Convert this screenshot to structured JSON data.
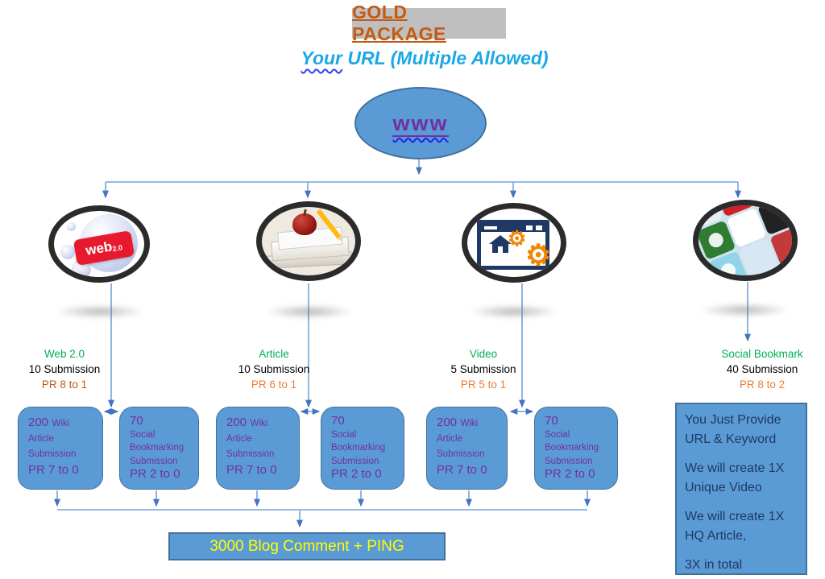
{
  "title": "GOLD PACKAGE",
  "subtitle": {
    "word1": "Your",
    "rest": " URL (Multiple Allowed)"
  },
  "root": {
    "label": "www"
  },
  "branches": [
    {
      "name": "Web 2.0",
      "submissions": "10 Submission",
      "pr": "PR 8 to 1"
    },
    {
      "name": "Article",
      "submissions": "10 Submission",
      "pr": "PR 6 to 1"
    },
    {
      "name": "Video",
      "submissions": "5 Submission",
      "pr": "PR 5 to 1"
    },
    {
      "name": "Social Bookmark",
      "submissions": "40 Submission",
      "pr": "PR 8 to 2"
    }
  ],
  "boxes": {
    "wiki": {
      "count": "200",
      "word": "Wiki",
      "line2": "Article",
      "line3": "Submission",
      "pr": "PR 7 to 0"
    },
    "social": {
      "count": "70",
      "line2": "Social",
      "line3": "Bookmarking",
      "line4": "Submission",
      "pr": "PR 2 to 0"
    }
  },
  "right_box": {
    "p1": "You Just Provide URL & Keyword",
    "p2": "We will create 1X Unique Video",
    "p3": "We will create 1X HQ Article,",
    "p4": "3X in total"
  },
  "bottom_box": {
    "label": "3000 Blog Comment + PING"
  },
  "icons": {
    "web_badge": "web",
    "web_badge_sub": "2.0",
    "gear": "⚙"
  },
  "colors": {
    "node_fill": "#5B9BD5",
    "node_border": "#41719C",
    "purple_text": "#7030A0",
    "green_label": "#00B050",
    "orange_dark": "#C55A11",
    "orange": "#ED7D31",
    "cyan_subtitle": "#1BA8E8",
    "title_bg": "#BFBFBF",
    "navy_text": "#1F3864",
    "yellow_text": "#FFFF00",
    "connector": "#74A3D6"
  }
}
